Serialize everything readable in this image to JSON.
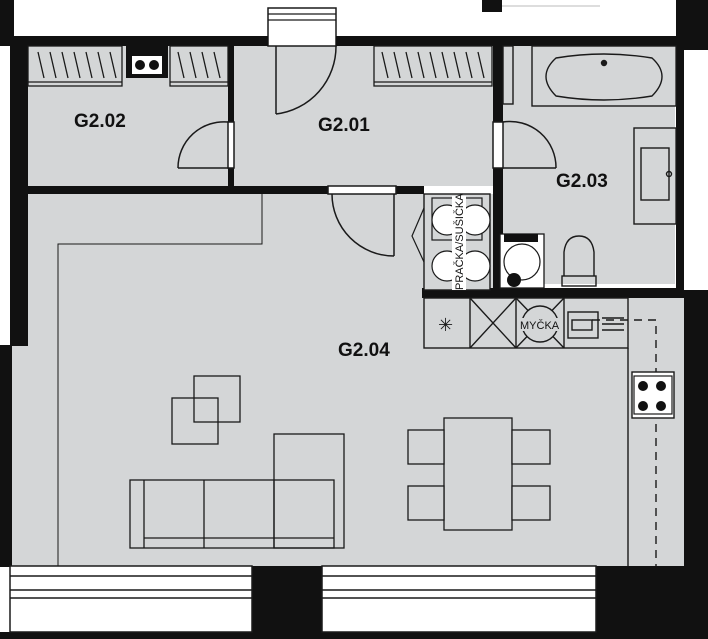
{
  "rooms": [
    {
      "id": "G2.02",
      "label": "G2.02"
    },
    {
      "id": "G2.01",
      "label": "G2.01"
    },
    {
      "id": "G2.03",
      "label": "G2.03"
    },
    {
      "id": "G2.04",
      "label": "G2.04"
    }
  ],
  "fixtures": {
    "washer_dryer_label": "PRAČKA/SUŠIČKA",
    "dishwasher_label": "MYČKA"
  },
  "colors": {
    "floor": "#d4d6d7",
    "wall": "#111111",
    "line": "#1a1a1a",
    "background": "#ffffff"
  }
}
